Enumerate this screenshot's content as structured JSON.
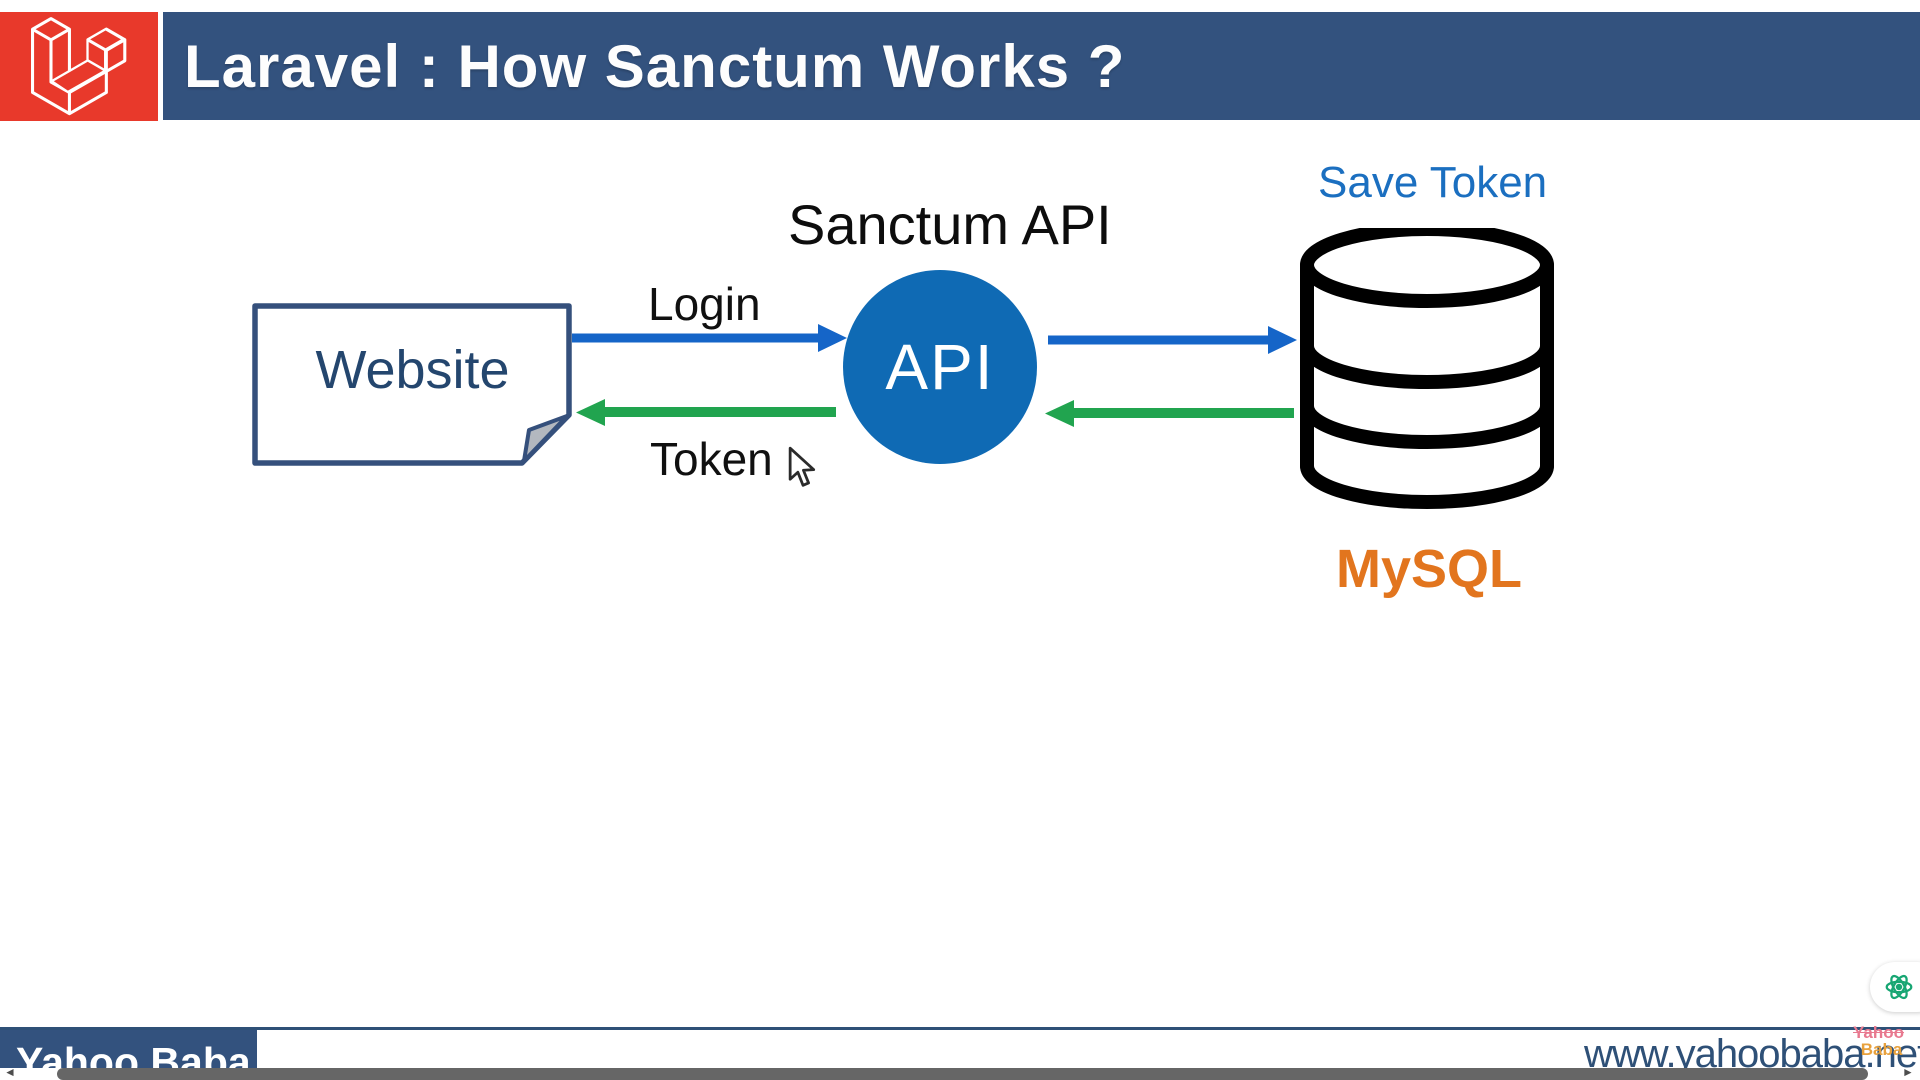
{
  "header": {
    "title": "Laravel : How Sanctum Works ?"
  },
  "diagram": {
    "sanctum_api_label": "Sanctum API",
    "save_token_label": "Save Token",
    "website_label": "Website",
    "api_label": "API",
    "login_label": "Login",
    "token_label": "Token",
    "mysql_label": "MySQL"
  },
  "footer": {
    "brand": "Yahoo Baba",
    "url": "www.yahoobaba.net",
    "watermark_line1": "Yahoo",
    "watermark_line2": "Baba"
  },
  "scrollbar": {
    "left_arrow": "◄",
    "right_arrow": "►"
  },
  "colors": {
    "header_bg": "#33527E",
    "logo_bg": "#E8392B",
    "navy": "#2E5077",
    "website_text": "#24466E",
    "api_circle": "#0F6AB4",
    "arrow_blue": "#1565C8",
    "arrow_green": "#21A44F",
    "save_token": "#1B6FC0",
    "mysql": "#E2751E",
    "watermark_pink": "#E8798F",
    "watermark_orange": "#E8A13C",
    "scroll_thumb": "#666666",
    "icon_green": "#17A673"
  }
}
